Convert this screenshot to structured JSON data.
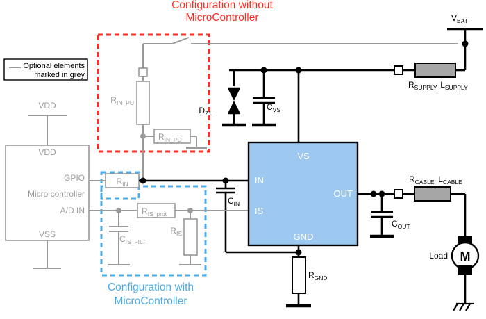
{
  "diagram": {
    "title_without": {
      "line1": "Configuration without",
      "line2": "MicroController"
    },
    "title_with": {
      "line1": "Configuration with",
      "line2": "MicroController"
    },
    "legend": {
      "line1": "Optional elements",
      "line2": "marked in grey"
    },
    "colors": {
      "red_dashed": "#ff2a20",
      "blue_dashed": "#4aacea",
      "ic_fill": "#9dc8f0",
      "grey_optional": "#9a9a9a",
      "black_wire": "#000000",
      "box_grey_fill": "#a6a6a6"
    }
  },
  "ic": {
    "pin_vs": "VS",
    "pin_in": "IN",
    "pin_is": "IS",
    "pin_gnd": "GND",
    "pin_out": "OUT"
  },
  "mcu": {
    "block_label": "Micro controller",
    "rail_vdd": "VDD",
    "pin_vdd": "VDD",
    "pin_gpio": "GPIO",
    "pin_adin": "A/D IN",
    "pin_vss": "VSS"
  },
  "components": {
    "r_in_pu": {
      "base": "R",
      "sub": "IN_PU"
    },
    "r_in_pd": {
      "base": "R",
      "sub": "IN_PD"
    },
    "r_in": {
      "base": "R",
      "sub": "IN"
    },
    "r_is_prot": {
      "base": "R",
      "sub": "IS_prot"
    },
    "r_is": {
      "base": "R",
      "sub": "IS"
    },
    "c_is_filt": {
      "base": "C",
      "sub": "IS_FILT"
    },
    "c_in": {
      "base": "C",
      "sub": "IN"
    },
    "c_vs": {
      "base": "C",
      "sub": "VS"
    },
    "d_z1": {
      "base": "D",
      "sub": "Z1"
    },
    "r_gnd": {
      "base": "R",
      "sub": "GND"
    },
    "c_out": {
      "base": "C",
      "sub": "OUT"
    },
    "v_bat": {
      "base": "V",
      "sub": "BAT"
    },
    "supply": {
      "base1": "R",
      "sub1": "SUPPLY,",
      "base2": "L",
      "sub2": "SUPPLY"
    },
    "cable": {
      "base1": "R",
      "sub1": "CABLE,",
      "base2": "L",
      "sub2": "CABLE"
    },
    "load": {
      "label": "Load",
      "motor": "M"
    }
  }
}
